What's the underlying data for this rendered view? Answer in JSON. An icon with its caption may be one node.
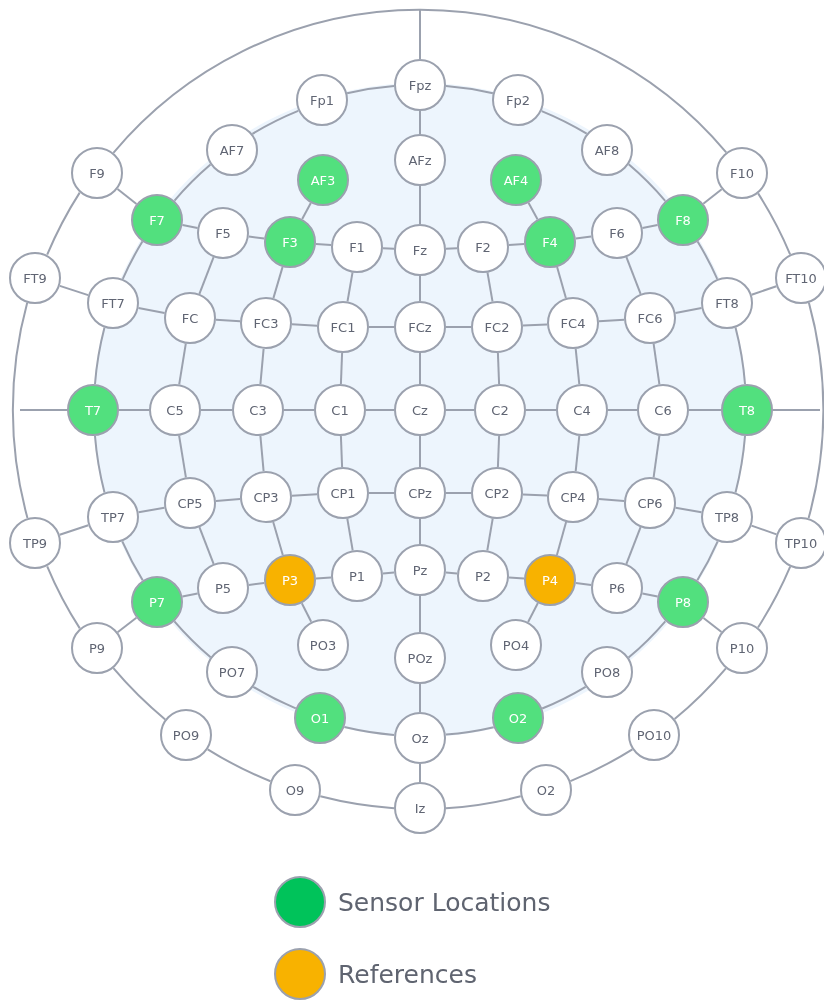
{
  "diagram": {
    "nodes": [
      {
        "text": [
          "Fpz"
        ]
      },
      {
        "text": [
          "Fp1"
        ]
      },
      {
        "text": [
          "Fp2"
        ]
      },
      {
        "text": [
          "AF7"
        ]
      },
      {
        "text": [
          "AFz"
        ]
      },
      {
        "text": [
          "AF8"
        ]
      },
      {
        "text": [
          "F9"
        ]
      },
      {
        "text": [
          "AF3"
        ]
      },
      {
        "text": [
          "AF4"
        ]
      },
      {
        "text": [
          "F10"
        ]
      },
      {
        "text": [
          "F7"
        ]
      },
      {
        "text": [
          "F5"
        ]
      },
      {
        "text": [
          "F3"
        ]
      },
      {
        "text": [
          "F1"
        ]
      },
      {
        "text": [
          "Fz"
        ]
      },
      {
        "text": [
          "F2"
        ]
      },
      {
        "text": [
          "F4"
        ]
      },
      {
        "text": [
          "F6"
        ]
      },
      {
        "text": [
          "F8"
        ]
      },
      {
        "text": [
          "FT9"
        ]
      },
      {
        "text": [
          "FT7"
        ]
      },
      {
        "text": [
          "FC"
        ]
      },
      {
        "text": [
          "FC3"
        ]
      },
      {
        "text": [
          "FC1"
        ]
      },
      {
        "text": [
          "FCz"
        ]
      },
      {
        "text": [
          "FC2"
        ]
      },
      {
        "text": [
          "FC4"
        ]
      },
      {
        "text": [
          "FC6"
        ]
      },
      {
        "text": [
          "FT8"
        ]
      },
      {
        "text": [
          "FT10"
        ]
      },
      {
        "text": [
          "T7"
        ]
      },
      {
        "text": [
          "C5"
        ]
      },
      {
        "text": [
          "C3"
        ]
      },
      {
        "text": [
          "C1"
        ]
      },
      {
        "text": [
          "Cz"
        ]
      },
      {
        "text": [
          "C2"
        ]
      },
      {
        "text": [
          "C4"
        ]
      },
      {
        "text": [
          "C6"
        ]
      },
      {
        "text": [
          "T8"
        ]
      },
      {
        "text": [
          "TP9"
        ]
      },
      {
        "text": [
          "TP7"
        ]
      },
      {
        "text": [
          "CP5"
        ]
      },
      {
        "text": [
          "CP3"
        ]
      },
      {
        "text": [
          "CP1"
        ]
      },
      {
        "text": [
          "CPz"
        ]
      },
      {
        "text": [
          "CP2"
        ]
      },
      {
        "text": [
          "CP4"
        ]
      },
      {
        "text": [
          "CP6"
        ]
      },
      {
        "text": [
          "TP8"
        ]
      },
      {
        "text": [
          "TP10"
        ]
      },
      {
        "text": [
          "P7"
        ]
      },
      {
        "text": [
          "P5"
        ]
      },
      {
        "text": [
          "P3"
        ]
      },
      {
        "text": [
          "P1"
        ]
      },
      {
        "text": [
          "Pz"
        ]
      },
      {
        "text": [
          "P2"
        ]
      },
      {
        "text": [
          "P4"
        ]
      },
      {
        "text": [
          "P6"
        ]
      },
      {
        "text": [
          "P8"
        ]
      },
      {
        "text": [
          "P9"
        ]
      },
      {
        "text": [
          "PO3"
        ]
      },
      {
        "text": [
          "POz"
        ]
      },
      {
        "text": [
          "PO4"
        ]
      },
      {
        "text": [
          "P10"
        ]
      },
      {
        "text": [
          "PO7"
        ]
      },
      {
        "text": [
          "PO8"
        ]
      },
      {
        "text": [
          "O1"
        ]
      },
      {
        "text": [
          "Oz"
        ]
      },
      {
        "text": [
          "O2"
        ]
      },
      {
        "text": [
          "PO9"
        ]
      },
      {
        "text": [
          "PO10"
        ]
      },
      {
        "text": [
          "O9"
        ]
      },
      {
        "text": [
          "Iz"
        ]
      },
      {
        "text": [
          "O2"
        ]
      }
    ],
    "edges": [
      {
        "from": 6,
        "to": 9,
        "arrow": "none"
      },
      {
        "from": 6,
        "to": 19,
        "arrow": "none"
      },
      {
        "from": 19,
        "to": 39,
        "arrow": "none"
      },
      {
        "from": 39,
        "to": 59,
        "arrow": "none"
      },
      {
        "from": 59,
        "to": 69,
        "arrow": "none"
      },
      {
        "from": 69,
        "to": 71,
        "arrow": "none"
      },
      {
        "from": 71,
        "to": 72,
        "arrow": "none"
      },
      {
        "from": 72,
        "to": 73,
        "arrow": "none"
      },
      {
        "from": 73,
        "to": 70,
        "arrow": "none"
      },
      {
        "from": 70,
        "to": 63,
        "arrow": "none"
      },
      {
        "from": 63,
        "to": 49,
        "arrow": "none"
      },
      {
        "from": 49,
        "to": 29,
        "arrow": "none"
      },
      {
        "from": 29,
        "to": 9,
        "arrow": "none"
      },
      {
        "from": 0,
        "to": 1,
        "arrow": "none"
      },
      {
        "from": 1,
        "to": 3,
        "arrow": "none"
      },
      {
        "from": 3,
        "to": 10,
        "arrow": "none"
      },
      {
        "from": 10,
        "to": 20,
        "arrow": "none"
      },
      {
        "from": 20,
        "to": 30,
        "arrow": "none"
      },
      {
        "from": 30,
        "to": 40,
        "arrow": "none"
      },
      {
        "from": 40,
        "to": 50,
        "arrow": "none"
      },
      {
        "from": 50,
        "to": 64,
        "arrow": "none"
      },
      {
        "from": 64,
        "to": 66,
        "arrow": "none"
      },
      {
        "from": 66,
        "to": 67,
        "arrow": "none"
      },
      {
        "from": 67,
        "to": 68,
        "arrow": "none"
      },
      {
        "from": 68,
        "to": 65,
        "arrow": "none"
      },
      {
        "from": 65,
        "to": 58,
        "arrow": "none"
      },
      {
        "from": 58,
        "to": 48,
        "arrow": "none"
      },
      {
        "from": 48,
        "to": 38,
        "arrow": "none"
      },
      {
        "from": 38,
        "to": 28,
        "arrow": "none"
      },
      {
        "from": 28,
        "to": 18,
        "arrow": "none"
      },
      {
        "from": 18,
        "to": 5,
        "arrow": "none"
      },
      {
        "from": 5,
        "to": 2,
        "arrow": "none"
      },
      {
        "from": 2,
        "to": 0,
        "arrow": "none"
      },
      {
        "from": 6,
        "to": 10,
        "arrow": "none"
      },
      {
        "from": 18,
        "to": 9,
        "arrow": "none"
      },
      {
        "from": 19,
        "to": 20,
        "arrow": "none"
      },
      {
        "from": 28,
        "to": 29,
        "arrow": "none"
      },
      {
        "from": 39,
        "to": 40,
        "arrow": "none"
      },
      {
        "from": 48,
        "to": 49,
        "arrow": "none"
      },
      {
        "from": 59,
        "to": 50,
        "arrow": "none"
      },
      {
        "from": 58,
        "to": 63,
        "arrow": "none"
      },
      {
        "from": 10,
        "to": 11,
        "arrow": "none"
      },
      {
        "from": 11,
        "to": 12,
        "arrow": "none"
      },
      {
        "from": 12,
        "to": 13,
        "arrow": "none"
      },
      {
        "from": 13,
        "to": 14,
        "arrow": "none"
      },
      {
        "from": 14,
        "to": 15,
        "arrow": "none"
      },
      {
        "from": 15,
        "to": 16,
        "arrow": "none"
      },
      {
        "from": 16,
        "to": 17,
        "arrow": "none"
      },
      {
        "from": 17,
        "to": 18,
        "arrow": "none"
      },
      {
        "from": 20,
        "to": 21,
        "arrow": "none"
      },
      {
        "from": 21,
        "to": 22,
        "arrow": "none"
      },
      {
        "from": 22,
        "to": 23,
        "arrow": "none"
      },
      {
        "from": 23,
        "to": 24,
        "arrow": "none"
      },
      {
        "from": 24,
        "to": 25,
        "arrow": "none"
      },
      {
        "from": 25,
        "to": 26,
        "arrow": "none"
      },
      {
        "from": 26,
        "to": 27,
        "arrow": "none"
      },
      {
        "from": 27,
        "to": 28,
        "arrow": "none"
      },
      {
        "from": 30,
        "to": 31,
        "arrow": "none"
      },
      {
        "from": 31,
        "to": 32,
        "arrow": "none"
      },
      {
        "from": 32,
        "to": 33,
        "arrow": "none"
      },
      {
        "from": 33,
        "to": 34,
        "arrow": "none"
      },
      {
        "from": 34,
        "to": 35,
        "arrow": "none"
      },
      {
        "from": 35,
        "to": 36,
        "arrow": "none"
      },
      {
        "from": 36,
        "to": 37,
        "arrow": "none"
      },
      {
        "from": 37,
        "to": 38,
        "arrow": "none"
      },
      {
        "from": 40,
        "to": 41,
        "arrow": "none"
      },
      {
        "from": 41,
        "to": 42,
        "arrow": "none"
      },
      {
        "from": 42,
        "to": 43,
        "arrow": "none"
      },
      {
        "from": 43,
        "to": 44,
        "arrow": "none"
      },
      {
        "from": 44,
        "to": 45,
        "arrow": "none"
      },
      {
        "from": 45,
        "to": 46,
        "arrow": "none"
      },
      {
        "from": 46,
        "to": 47,
        "arrow": "none"
      },
      {
        "from": 47,
        "to": 48,
        "arrow": "none"
      },
      {
        "from": 50,
        "to": 51,
        "arrow": "none"
      },
      {
        "from": 51,
        "to": 52,
        "arrow": "none"
      },
      {
        "from": 52,
        "to": 53,
        "arrow": "none"
      },
      {
        "from": 53,
        "to": 54,
        "arrow": "none"
      },
      {
        "from": 54,
        "to": 55,
        "arrow": "none"
      },
      {
        "from": 55,
        "to": 56,
        "arrow": "none"
      },
      {
        "from": 56,
        "to": 57,
        "arrow": "none"
      },
      {
        "from": 57,
        "to": 58,
        "arrow": "none"
      },
      {
        "from": 0,
        "to": 4,
        "arrow": "none"
      },
      {
        "from": 4,
        "to": 14,
        "arrow": "none"
      },
      {
        "from": 14,
        "to": 24,
        "arrow": "none"
      },
      {
        "from": 24,
        "to": 34,
        "arrow": "none"
      },
      {
        "from": 34,
        "to": 44,
        "arrow": "none"
      },
      {
        "from": 44,
        "to": 54,
        "arrow": "none"
      },
      {
        "from": 54,
        "to": 61,
        "arrow": "none"
      },
      {
        "from": 61,
        "to": 67,
        "arrow": "none"
      },
      {
        "from": 67,
        "to": 72,
        "arrow": "none"
      },
      {
        "from": 7,
        "to": 12,
        "arrow": "none"
      },
      {
        "from": 12,
        "to": 22,
        "arrow": "none"
      },
      {
        "from": 22,
        "to": 32,
        "arrow": "none"
      },
      {
        "from": 32,
        "to": 42,
        "arrow": "none"
      },
      {
        "from": 42,
        "to": 52,
        "arrow": "none"
      },
      {
        "from": 52,
        "to": 60,
        "arrow": "none"
      },
      {
        "from": 8,
        "to": 16,
        "arrow": "none"
      },
      {
        "from": 16,
        "to": 26,
        "arrow": "none"
      },
      {
        "from": 26,
        "to": 36,
        "arrow": "none"
      },
      {
        "from": 36,
        "to": 46,
        "arrow": "none"
      },
      {
        "from": 46,
        "to": 56,
        "arrow": "none"
      },
      {
        "from": 56,
        "to": 62,
        "arrow": "none"
      },
      {
        "from": 13,
        "to": 23,
        "arrow": "none"
      },
      {
        "from": 23,
        "to": 33,
        "arrow": "none"
      },
      {
        "from": 33,
        "to": 43,
        "arrow": "none"
      },
      {
        "from": 43,
        "to": 53,
        "arrow": "none"
      },
      {
        "from": 15,
        "to": 25,
        "arrow": "none"
      },
      {
        "from": 25,
        "to": 35,
        "arrow": "none"
      },
      {
        "from": 35,
        "to": 45,
        "arrow": "none"
      },
      {
        "from": 45,
        "to": 55,
        "arrow": "none"
      },
      {
        "from": 11,
        "to": 21,
        "arrow": "none"
      },
      {
        "from": 21,
        "to": 31,
        "arrow": "none"
      },
      {
        "from": 31,
        "to": 41,
        "arrow": "none"
      },
      {
        "from": 41,
        "to": 51,
        "arrow": "none"
      },
      {
        "from": 17,
        "to": 27,
        "arrow": "none"
      },
      {
        "from": 27,
        "to": 37,
        "arrow": "none"
      },
      {
        "from": 37,
        "to": 47,
        "arrow": "none"
      },
      {
        "from": 47,
        "to": 57,
        "arrow": "none"
      },
      {
        "from": 0,
        "to": null,
        "arrow": "none"
      },
      {
        "from": 30,
        "to": null,
        "arrow": "none"
      },
      {
        "from": 38,
        "to": null,
        "arrow": "none"
      }
    ],
    "legend": [
      {
        "text": "Sensor Locations",
        "color": "#00c35a"
      },
      {
        "text": "References",
        "color": "#f8b200"
      }
    ]
  }
}
